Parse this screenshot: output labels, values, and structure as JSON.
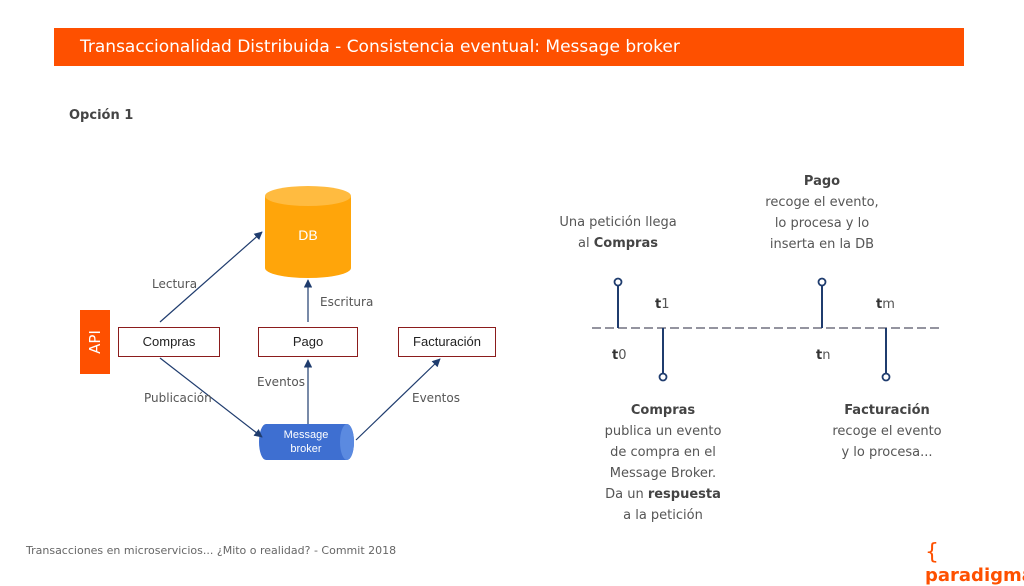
{
  "header": {
    "title": "Transaccionalidad Distribuida - Consistencia eventual: Message broker"
  },
  "subtitle": "Opción 1",
  "diagram": {
    "api_label": "API",
    "db_label": "DB",
    "services": {
      "compras": "Compras",
      "pago": "Pago",
      "facturacion": "Facturación"
    },
    "broker_line1": "Message",
    "broker_line2": "broker",
    "edges": {
      "lectura": "Lectura",
      "escritura": "Escritura",
      "publicacion": "Publicación",
      "eventos_pago": "Eventos",
      "eventos_facturacion": "Eventos"
    },
    "colors": {
      "accent": "#fe5000",
      "db": "#ffa50a",
      "broker": "#3e6fd1",
      "box_border": "#8b1c1c",
      "arrow": "#1f3c6e"
    }
  },
  "timeline": {
    "ticks": {
      "t0": {
        "letter": "t",
        "suffix": "0"
      },
      "t1": {
        "letter": "t",
        "suffix": "1"
      },
      "tn": {
        "letter": "t",
        "suffix": "n"
      },
      "tm": {
        "letter": "t",
        "suffix": "m"
      }
    },
    "t0_text": {
      "line1": "Una petición llega",
      "line2_prefix": "al ",
      "line2_bold": "Compras"
    },
    "tn_text": {
      "title": "Pago",
      "line1": "recoge el evento,",
      "line2": "lo procesa  y lo",
      "line3": "inserta en la DB"
    },
    "t1_text": {
      "title": "Compras",
      "line1": "publica un evento",
      "line2": "de compra en el",
      "line3": "Message Broker.",
      "line4_prefix": "Da un ",
      "line4_bold": "respuesta",
      "line5": "a la petición"
    },
    "tm_text": {
      "title": "Facturación",
      "line1": "recoge el evento",
      "line2": "y lo procesa..."
    }
  },
  "footer": {
    "text": "Transacciones en microservicios... ¿Mito o realidad? - Commit 2018",
    "logo_brace": "{",
    "logo_text": "paradigma"
  }
}
